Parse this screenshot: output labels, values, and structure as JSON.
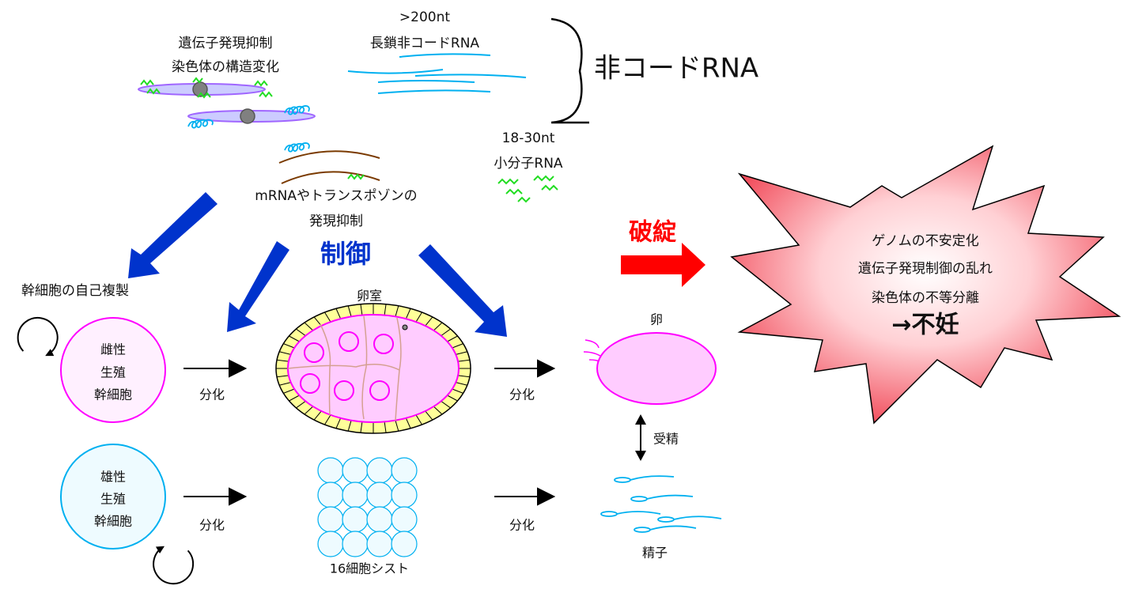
{
  "noncoding": {
    "title": "非コードRNA",
    "long_size": ">200nt",
    "long_label": "長鎖非コードRNA",
    "small_size": "18-30nt",
    "small_label": "小分子RNA"
  },
  "chromatin": {
    "line1": "遺伝子発現抑制",
    "line2": "染色体の構造変化"
  },
  "mrna": {
    "line1": "mRNAやトランスポゾンの",
    "line2": "発現抑制"
  },
  "control_label": "制御",
  "self_renewal_label": "幹細胞の自己複製",
  "female_stem": {
    "line1": "雌性",
    "line2": "生殖",
    "line3": "幹細胞"
  },
  "male_stem": {
    "line1": "雄性",
    "line2": "生殖",
    "line3": "幹細胞"
  },
  "differentiation_label": "分化",
  "egg_chamber_label": "卵室",
  "cyst_label": "16細胞シスト",
  "egg_label": "卵",
  "fertilization_label": "受精",
  "sperm_label": "精子",
  "breakdown_label": "破綻",
  "consequences": {
    "line1": "ゲノムの不安定化",
    "line2": "遺伝子発現制御の乱れ",
    "line3": "染色体の不等分離",
    "result": "→不妊"
  },
  "colors": {
    "control_blue": "#0033cc",
    "breakdown_red": "#ff0000",
    "female_magenta": "#ff00ff",
    "male_cyan": "#00b0f0"
  }
}
